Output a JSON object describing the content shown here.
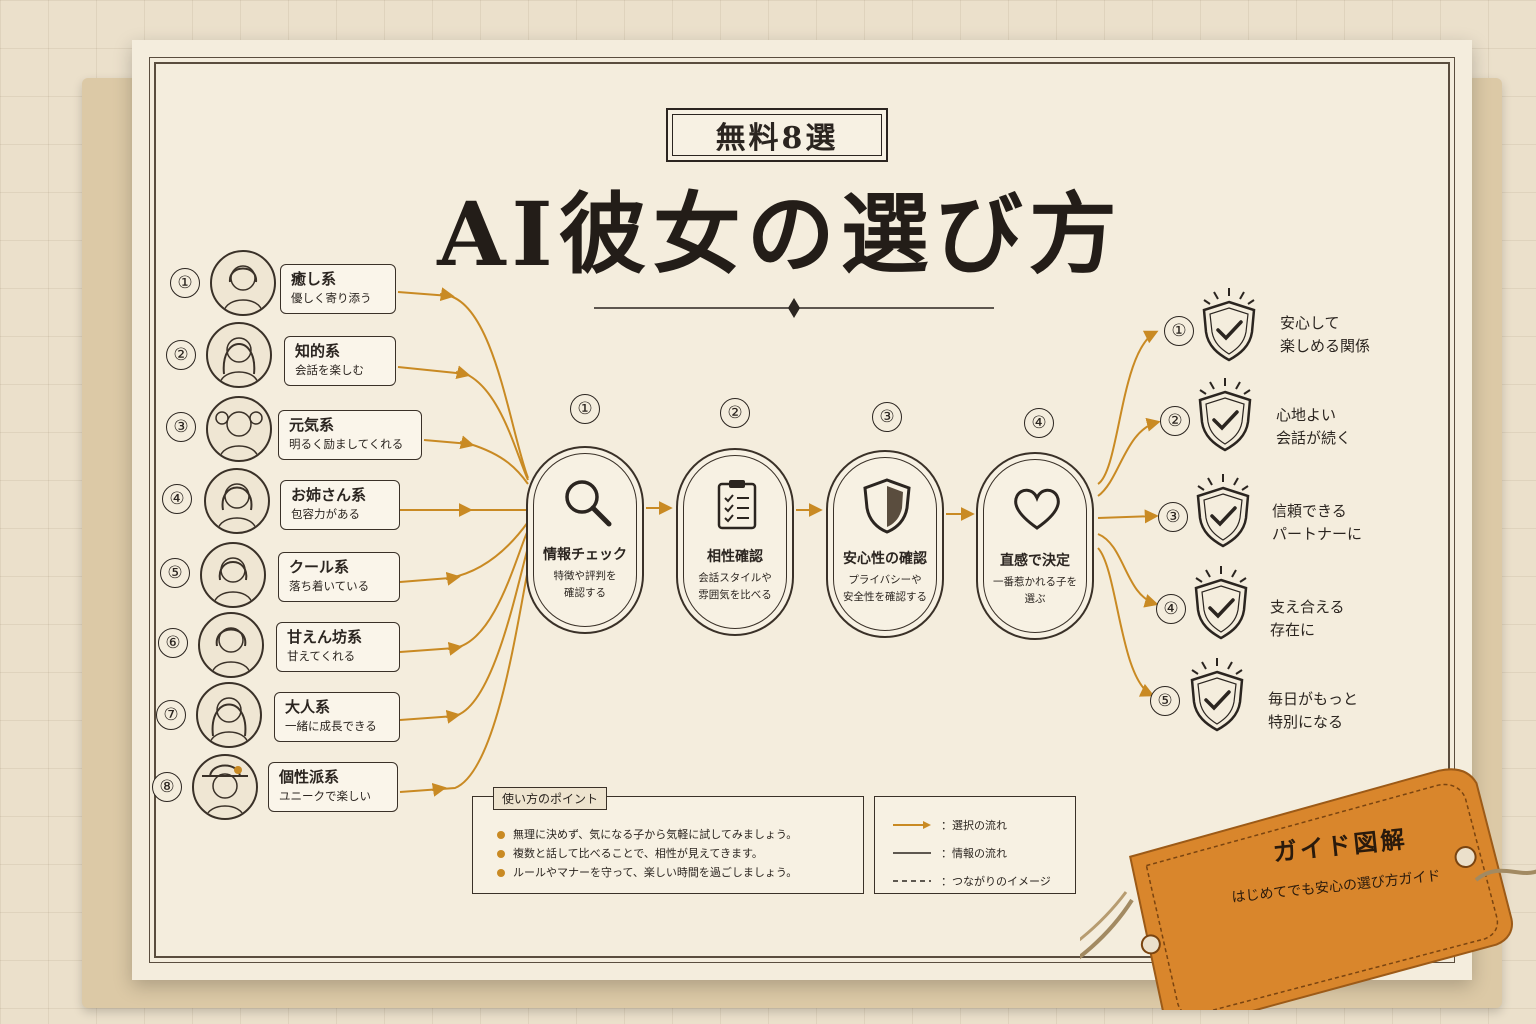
{
  "badge": "無料8選",
  "title": "AI彼女の選び方",
  "types": [
    {
      "num": "①",
      "title": "癒し系",
      "desc": "優しく寄り添う"
    },
    {
      "num": "②",
      "title": "知的系",
      "desc": "会話を楽しむ"
    },
    {
      "num": "③",
      "title": "元気系",
      "desc": "明るく励ましてくれる"
    },
    {
      "num": "④",
      "title": "お姉さん系",
      "desc": "包容力がある"
    },
    {
      "num": "⑤",
      "title": "クール系",
      "desc": "落ち着いている"
    },
    {
      "num": "⑥",
      "title": "甘えん坊系",
      "desc": "甘えてくれる"
    },
    {
      "num": "⑦",
      "title": "大人系",
      "desc": "一緒に成長できる"
    },
    {
      "num": "⑧",
      "title": "個性派系",
      "desc": "ユニークで楽しい"
    }
  ],
  "steps": [
    {
      "num": "①",
      "title": "情報チェック",
      "desc": "特徴や評判を\n確認する",
      "icon": "magnifier-icon"
    },
    {
      "num": "②",
      "title": "相性確認",
      "desc": "会話スタイルや\n雰囲気を比べる",
      "icon": "clipboard-icon"
    },
    {
      "num": "③",
      "title": "安心性の確認",
      "desc": "プライバシーや\n安全性を確認する",
      "icon": "shield-icon"
    },
    {
      "num": "④",
      "title": "直感で決定",
      "desc": "一番惹かれる子を\n選ぶ",
      "icon": "heart-icon"
    }
  ],
  "results": [
    {
      "num": "①",
      "text": "安心して\n楽しめる関係"
    },
    {
      "num": "②",
      "text": "心地よい\n会話が続く"
    },
    {
      "num": "③",
      "text": "信頼できる\nパートナーに"
    },
    {
      "num": "④",
      "text": "支え合える\n存在に"
    },
    {
      "num": "⑤",
      "text": "毎日がもっと\n特別になる"
    }
  ],
  "tips": {
    "heading": "使い方のポイント",
    "items": [
      "無理に決めず、気になる子から気軽に試してみましょう。",
      "複数と話して比べることで、相性が見えてきます。",
      "ルールやマナーを守って、楽しい時間を過ごしましょう。"
    ]
  },
  "legend": {
    "selection": "：選択の流れ",
    "info": "：情報の流れ",
    "connection": "：つながりのイメージ"
  },
  "tag": {
    "title": "ガイド図解",
    "subtitle": "はじめてでも安心の選び方ガイド"
  },
  "colors": {
    "accent": "#c98a23",
    "ink": "#2b2520",
    "paper": "#f4eddd",
    "tag": "#d9862c"
  }
}
